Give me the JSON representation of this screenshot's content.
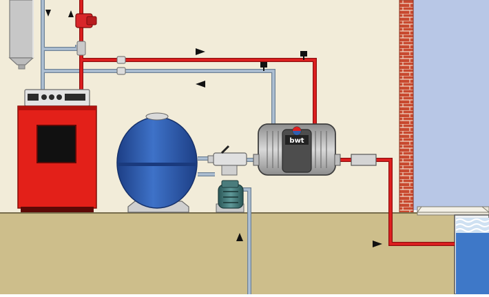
{
  "heat_exchanger": {
    "brand": "bwt",
    "logo_name": "red-white-blue-ball-logo"
  },
  "flow_direction_arrows": [
    {
      "id": "flue-up",
      "direction": "up"
    },
    {
      "id": "flue-down",
      "direction": "down"
    },
    {
      "id": "primary-flow-right",
      "direction": "right"
    },
    {
      "id": "primary-return-left",
      "direction": "left"
    },
    {
      "id": "suction-up",
      "direction": "up"
    },
    {
      "id": "return-to-pool-right",
      "direction": "right"
    }
  ],
  "colors": {
    "wall": "#f2ecd9",
    "floor": "#cdbe8b",
    "boiler": "#e32019",
    "hot_pipe": "#e02020",
    "cold_pipe": "#9fb3c6",
    "filter_tank": "#2f5fb0",
    "brick": "#c8492f",
    "sky": "#b8c7e6",
    "pool_water": "#3e78c8"
  },
  "icons": [
    "gas-flue-icon",
    "circulation-pump-icon",
    "boiler-icon",
    "sand-filter-icon",
    "multiport-valve-icon",
    "pool-pump-icon",
    "heat-exchanger-icon",
    "thermostat-sensor-icon",
    "flow-switch-icon",
    "brick-wall-icon",
    "swimming-pool-icon"
  ]
}
